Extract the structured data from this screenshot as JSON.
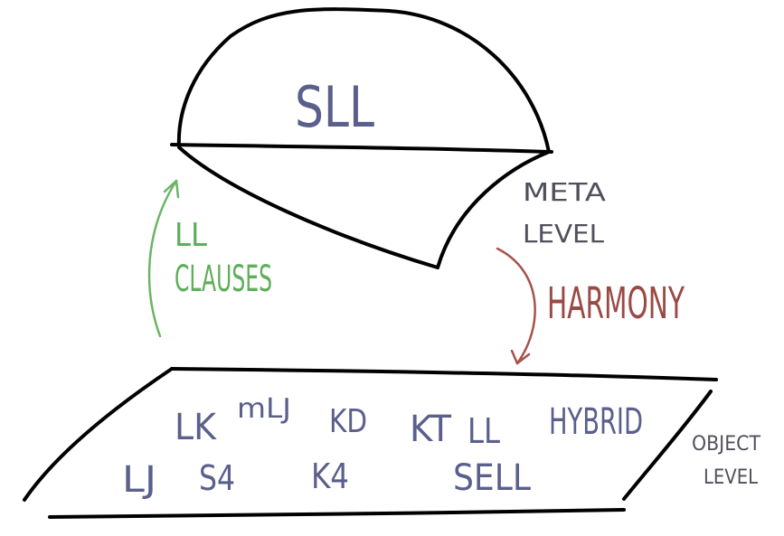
{
  "meta_surface": {
    "label": "SLL",
    "level_label_line1": "META",
    "level_label_line2": "LEVEL"
  },
  "lift_arrow": {
    "label_line1": "LL",
    "label_line2": "CLAUSES",
    "color": "#5fae5a"
  },
  "harmony_arrow": {
    "label": "HARMONY",
    "color": "#9a4a44"
  },
  "object_plane": {
    "level_label_line1": "OBJECT",
    "level_label_line2": "LEVEL",
    "systems": [
      "LK",
      "mLJ",
      "KD",
      "KT",
      "LL",
      "HYBRID",
      "LJ",
      "S4",
      "K4",
      "SELL"
    ]
  }
}
